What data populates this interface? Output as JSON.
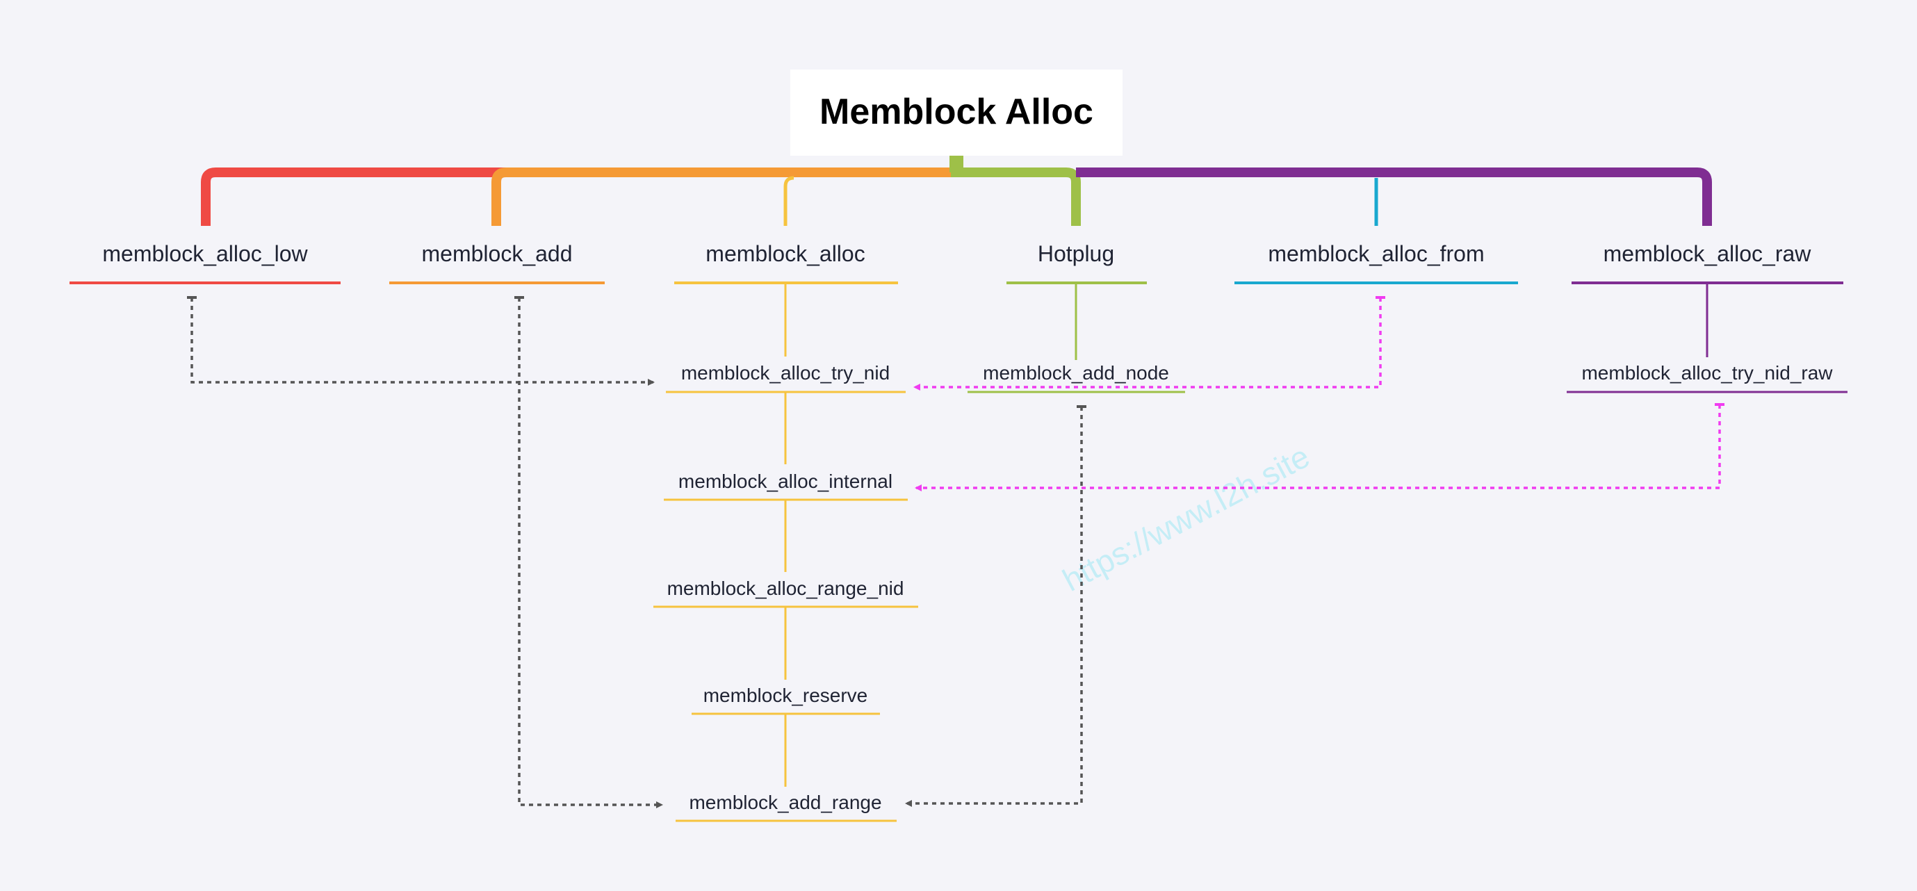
{
  "title": "Memblock Alloc",
  "colors": {
    "background": "#f4f4f9",
    "red": "#ef4a44",
    "orange": "#f59a35",
    "yellow": "#f6c33f",
    "green": "#9ec048",
    "blue": "#19a8cf",
    "purple": "#7f2d92",
    "dashed_gray": "#555555",
    "dashed_magenta": "#f03cf0",
    "watermark": "#9fe8f5"
  },
  "branches": [
    {
      "label": "memblock_alloc_low",
      "color": "red"
    },
    {
      "label": "memblock_add",
      "color": "orange"
    },
    {
      "label": "memblock_alloc",
      "color": "yellow"
    },
    {
      "label": "Hotplug",
      "color": "green"
    },
    {
      "label": "memblock_alloc_from",
      "color": "blue"
    },
    {
      "label": "memblock_alloc_raw",
      "color": "purple"
    }
  ],
  "alloc_chain": [
    "memblock_alloc_try_nid",
    "memblock_alloc_internal",
    "memblock_alloc_range_nid",
    "memblock_reserve",
    "memblock_add_range"
  ],
  "hotplug_child": "memblock_add_node",
  "raw_child": "memblock_alloc_try_nid_raw",
  "watermark": "https://www.l2h.site",
  "cross_links": [
    {
      "from": "memblock_alloc_low",
      "to": "memblock_alloc_try_nid",
      "style": "dashed_gray"
    },
    {
      "from": "memblock_add",
      "to": "memblock_add_range",
      "style": "dashed_gray"
    },
    {
      "from": "memblock_add_node",
      "to": "memblock_add_range",
      "style": "dashed_gray"
    },
    {
      "from": "memblock_alloc_from",
      "to": "memblock_alloc_try_nid",
      "style": "dashed_magenta"
    },
    {
      "from": "memblock_alloc_try_nid_raw",
      "to": "memblock_alloc_internal",
      "style": "dashed_magenta"
    }
  ]
}
